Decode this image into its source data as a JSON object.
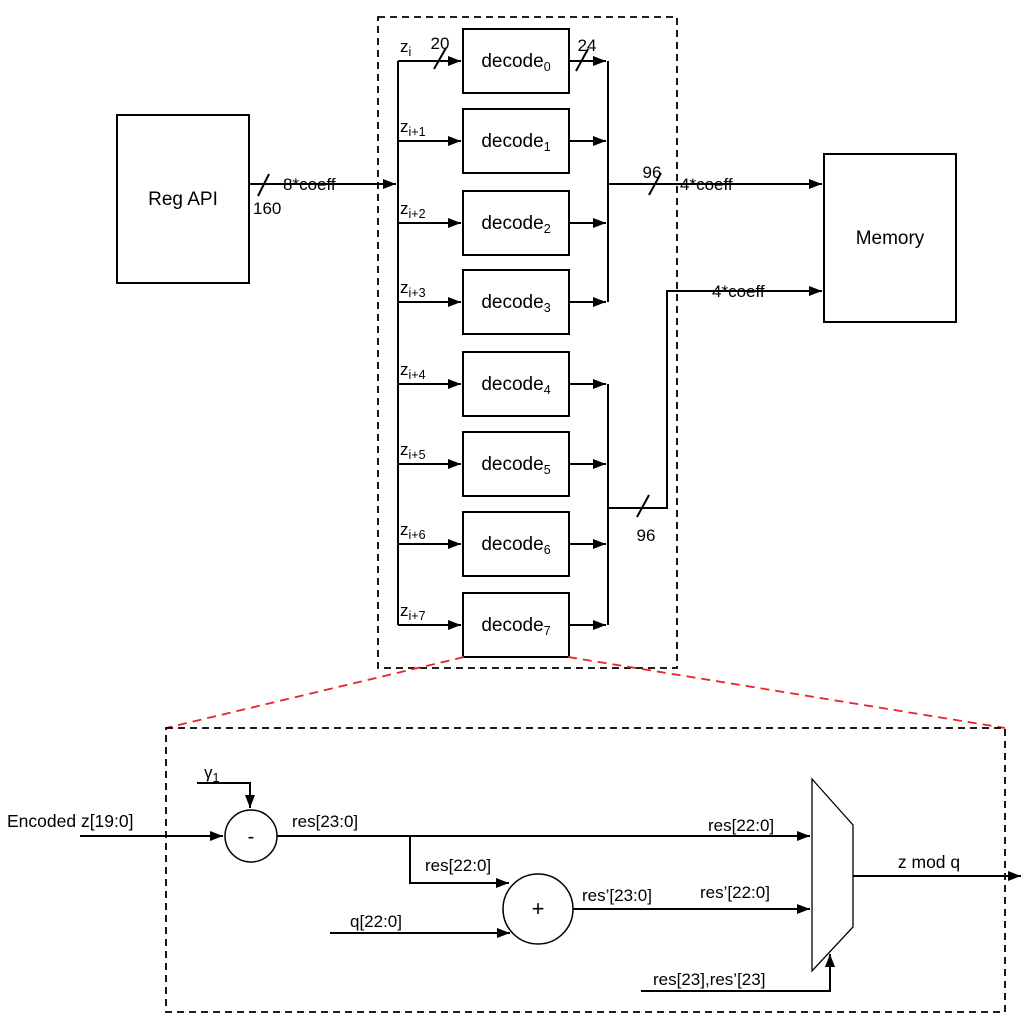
{
  "colors": {
    "line": "#000000",
    "red_dash": "#e8232a",
    "background": "#ffffff"
  },
  "top_diagram": {
    "reg_api_label": "Reg API",
    "memory_label": "Memory",
    "bus_in": {
      "slash_width": "160",
      "label": "8*coeff"
    },
    "in_width": "20",
    "out_width": "24",
    "bus_upper": {
      "slash_width": "96",
      "label": "4*coeff"
    },
    "bus_lower": {
      "slash_width": "96",
      "label": "4*coeff"
    },
    "decode_units": [
      {
        "name": "decode",
        "sub": "0",
        "input_base": "z",
        "input_sub": "i"
      },
      {
        "name": "decode",
        "sub": "1",
        "input_base": "z",
        "input_sub": "i+1"
      },
      {
        "name": "decode",
        "sub": "2",
        "input_base": "z",
        "input_sub": "i+2"
      },
      {
        "name": "decode",
        "sub": "3",
        "input_base": "z",
        "input_sub": "i+3"
      },
      {
        "name": "decode",
        "sub": "4",
        "input_base": "z",
        "input_sub": "i+4"
      },
      {
        "name": "decode",
        "sub": "5",
        "input_base": "z",
        "input_sub": "i+5"
      },
      {
        "name": "decode",
        "sub": "6",
        "input_base": "z",
        "input_sub": "i+6"
      },
      {
        "name": "decode",
        "sub": "7",
        "input_base": "z",
        "input_sub": "i+7"
      }
    ]
  },
  "detail_diagram": {
    "encoded_input_label": "Encoded z[19:0]",
    "gamma_base": "γ",
    "gamma_sub": "1",
    "subtract_op": "-",
    "add_op": "+",
    "res_label": "res[23:0]",
    "res_branch_label": "res[22:0]",
    "res_mux_label": "res[22:0]",
    "q_label": "q[22:0]",
    "res_prime_label": "res’[23:0]",
    "res_prime_mux_label": "res’[22:0]",
    "mux_select_label": "res[23],res’[23]",
    "output_label": "z mod q"
  }
}
